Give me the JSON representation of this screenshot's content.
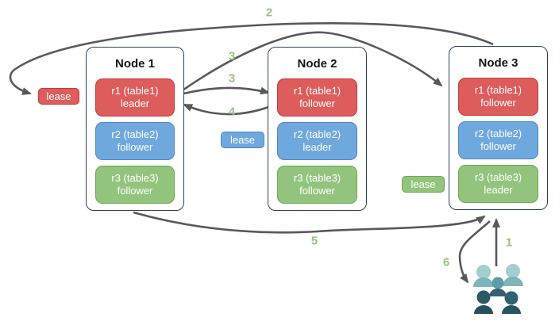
{
  "nodes": [
    {
      "title": "Node 1",
      "replicas": [
        {
          "name": "r1 (table1)",
          "role": "leader",
          "color": "#dd5c5c"
        },
        {
          "name": "r2 (table2)",
          "role": "follower",
          "color": "#6fa8dc"
        },
        {
          "name": "r3 (table3)",
          "role": "follower",
          "color": "#93c47d"
        }
      ]
    },
    {
      "title": "Node 2",
      "replicas": [
        {
          "name": "r1 (table1)",
          "role": "follower",
          "color": "#dd5c5c"
        },
        {
          "name": "r2 (table2)",
          "role": "leader",
          "color": "#6fa8dc"
        },
        {
          "name": "r3 (table3)",
          "role": "follower",
          "color": "#93c47d"
        }
      ]
    },
    {
      "title": "Node 3",
      "replicas": [
        {
          "name": "r1 (table1)",
          "role": "follower",
          "color": "#dd5c5c"
        },
        {
          "name": "r2 (table2)",
          "role": "follower",
          "color": "#6fa8dc"
        },
        {
          "name": "r3 (table3)",
          "role": "leader",
          "color": "#93c47d"
        }
      ]
    }
  ],
  "leases": [
    {
      "label": "lease",
      "color": "#dd5c5c"
    },
    {
      "label": "lease",
      "color": "#6fa8dc"
    },
    {
      "label": "lease",
      "color": "#93c47d"
    }
  ],
  "flow_labels": [
    {
      "text": "1"
    },
    {
      "text": "2"
    },
    {
      "text": "3"
    },
    {
      "text": "3"
    },
    {
      "text": "4"
    },
    {
      "text": "5"
    },
    {
      "text": "6"
    }
  ],
  "palette": {
    "arrow_gray": "#595959",
    "step_label_green": "#93c47d",
    "node_border_navy": "#2e4161",
    "red_fill": "#dd5c5c",
    "red_border": "#c23c3c",
    "blue_fill": "#6fa8dc",
    "blue_border": "#4c88c8",
    "green_fill": "#93c47d",
    "green_border": "#6ba84f",
    "users_light_teal": "#a3ced2",
    "users_mid_teal": "#7db5b9",
    "users_dark_slate": "#2d5867"
  }
}
